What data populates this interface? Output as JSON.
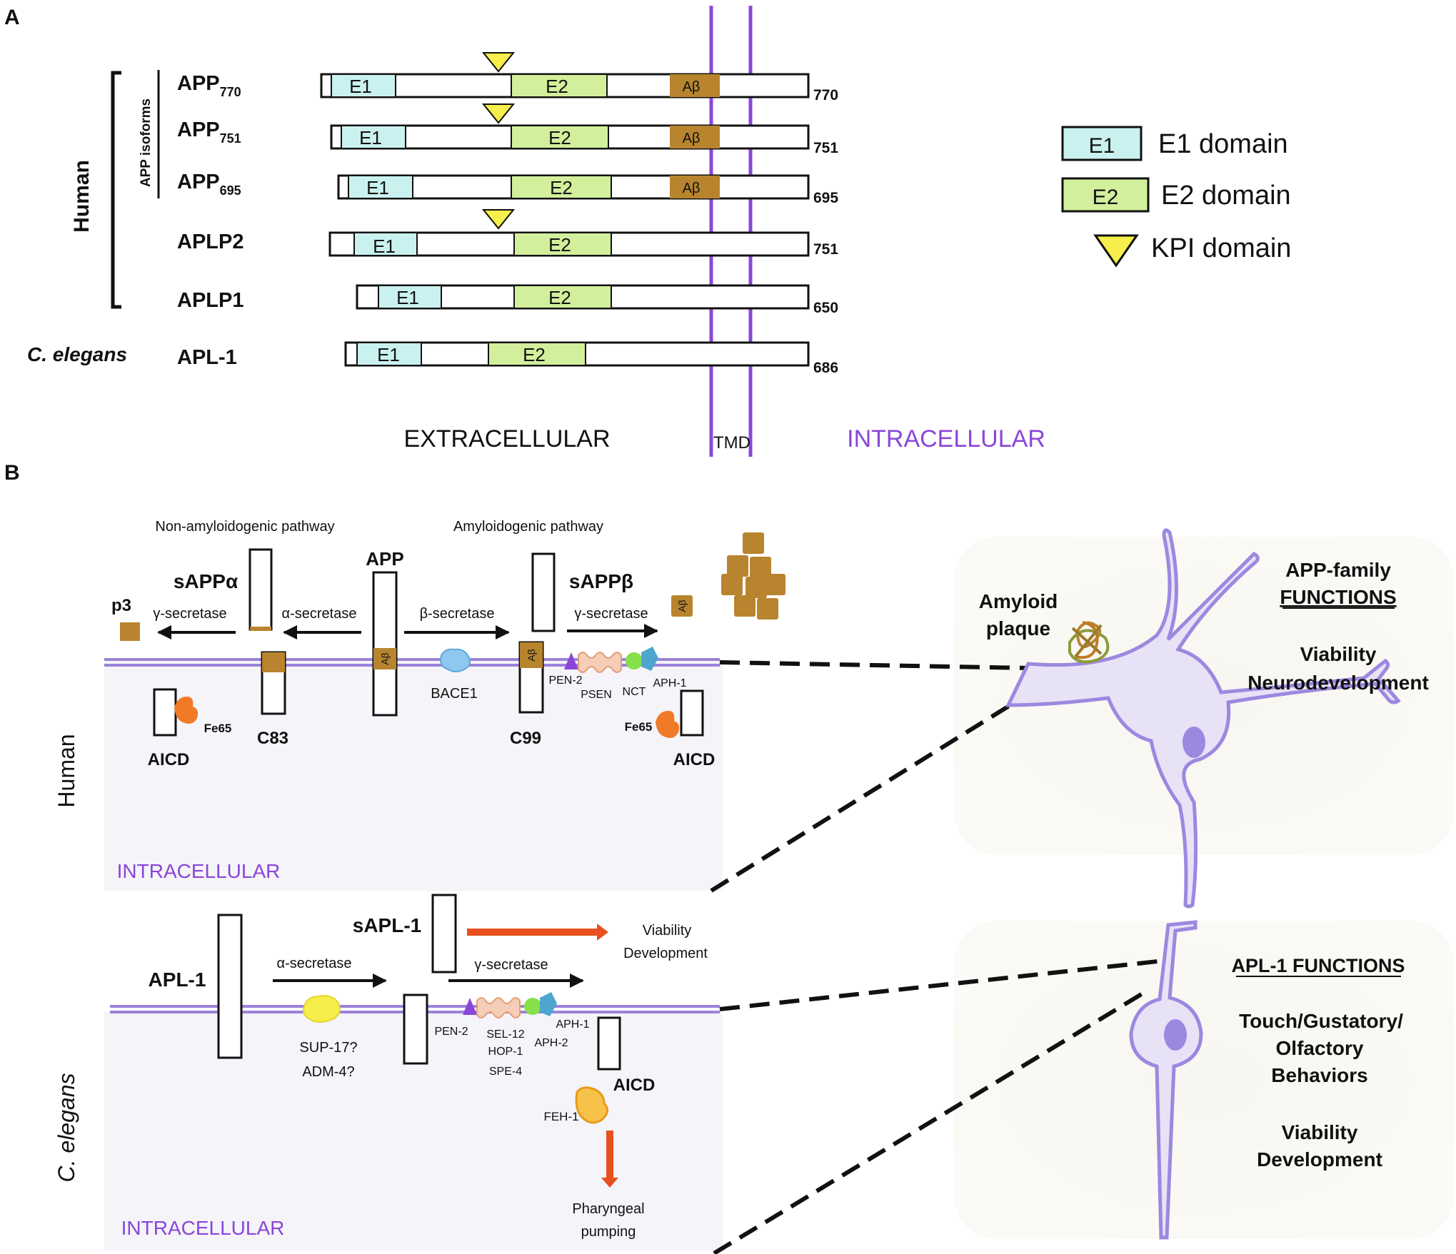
{
  "panel_a": {
    "label": "A",
    "group_human": "Human",
    "group_isoforms": "APP isoforms",
    "group_celegans": "C. elegans",
    "proteins": [
      {
        "name": "APP",
        "sub": "770",
        "length": "770",
        "e1": "E1",
        "e2": "E2",
        "abeta": "Aβ",
        "kpi": true
      },
      {
        "name": "APP",
        "sub": "751",
        "length": "751",
        "e1": "E1",
        "e2": "E2",
        "abeta": "Aβ",
        "kpi": true
      },
      {
        "name": "APP",
        "sub": "695",
        "length": "695",
        "e1": "E1",
        "e2": "E2",
        "abeta": "Aβ",
        "kpi": false
      },
      {
        "name": "APLP2",
        "sub": "",
        "length": "751",
        "e1": "E1",
        "e2": "E2",
        "abeta": "",
        "kpi": true
      },
      {
        "name": "APLP1",
        "sub": "",
        "length": "650",
        "e1": "E1",
        "e2": "E2",
        "abeta": "",
        "kpi": false
      },
      {
        "name": "APL-1",
        "sub": "",
        "length": "686",
        "e1": "E1",
        "e2": "E2",
        "abeta": "",
        "kpi": false
      }
    ],
    "legend": {
      "e1_box": "E1",
      "e1_text": "E1 domain",
      "e2_box": "E2",
      "e2_text": "E2 domain",
      "kpi_text": "KPI domain"
    },
    "extracellular": "EXTRACELLULAR",
    "tmd": "TMD",
    "intracellular": "INTRACELLULAR"
  },
  "panel_b": {
    "label": "B",
    "human": {
      "side_label": "Human",
      "non_amyloidogenic": "Non-amyloidogenic pathway",
      "amyloidogenic": "Amyloidogenic pathway",
      "app": "APP",
      "sappa": "sAPPα",
      "sappb": "sAPPβ",
      "p3": "p3",
      "g_secretase_left": "γ-secretase",
      "a_secretase": "α-secretase",
      "b_secretase": "β-secretase",
      "g_secretase_right": "γ-secretase",
      "abeta": "Aβ",
      "bace1": "BACE1",
      "c83": "C83",
      "c99": "C99",
      "aicd_left": "AICD",
      "aicd_right": "AICD",
      "fe65_left": "Fe65",
      "fe65_right": "Fe65",
      "pen2": "PEN-2",
      "psen": "PSEN",
      "nct": "NCT",
      "aph1": "APH-1",
      "intracellular": "INTRACELLULAR",
      "amyloid_plaque_1": "Amyloid",
      "amyloid_plaque_2": "plaque",
      "functions_1": "APP-family",
      "functions_2": "FUNCTIONS",
      "viability": "Viability",
      "neurodevelopment": "Neurodevelopment"
    },
    "celegans": {
      "side_label": "C. elegans",
      "apl1": "APL-1",
      "sapl1": "sAPL-1",
      "a_secretase": "α-secretase",
      "g_secretase": "γ-secretase",
      "viability": "Viability",
      "development": "Development",
      "sup17": "SUP-17?",
      "adm4": "ADM-4?",
      "pen2": "PEN-2",
      "sel12": "SEL-12",
      "hop1": "HOP-1",
      "spe4": "SPE-4",
      "aph1": "APH-1",
      "aph2": "APH-2",
      "aicd": "AICD",
      "feh1": "FEH-1",
      "pharyngeal_1": "Pharyngeal",
      "pharyngeal_2": "pumping",
      "intracellular": "INTRACELLULAR",
      "functions_title": "APL-1 FUNCTIONS",
      "touch": "Touch/Gustatory/",
      "olfactory": "Olfactory",
      "behaviors": "Behaviors",
      "viability2": "Viability",
      "development2": "Development"
    }
  },
  "colors": {
    "e1": "#c9f1ef",
    "e2": "#d2ef9c",
    "abeta": "#b8842e",
    "kpi": "#f6ee4a",
    "membrane": "#9b82d9",
    "tmd_line": "#8a46d9",
    "neuron": "#9c88e0",
    "fe65": "#f07a28"
  }
}
